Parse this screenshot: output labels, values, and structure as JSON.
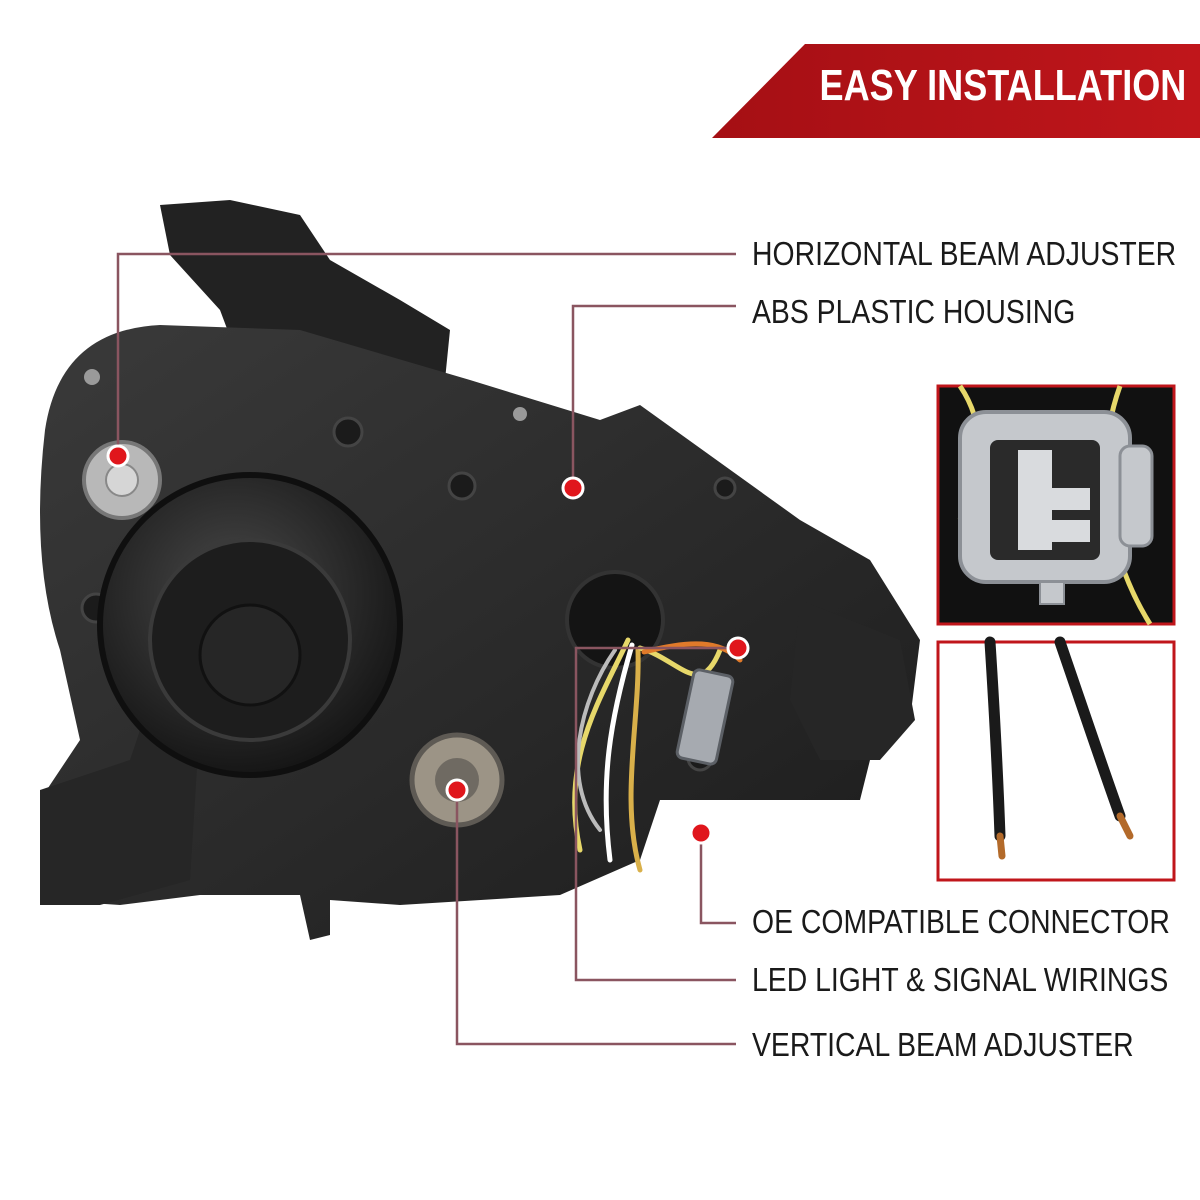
{
  "banner": {
    "text": "EASY INSTALLATION",
    "color": "#c0161b"
  },
  "callouts": [
    {
      "label": "HORIZONTAL BEAM ADJUSTER"
    },
    {
      "label": "ABS PLASTIC HOUSING"
    },
    {
      "label": "OE COMPATIBLE CONNECTOR"
    },
    {
      "label": "LED LIGHT & SIGNAL WIRINGS"
    },
    {
      "label": "VERTICAL BEAM ADJUSTER"
    }
  ],
  "colors": {
    "accent_red": "#c0161b",
    "leader_line": "#8a5560",
    "housing": "#2a2a2a",
    "label_text": "#1a1a1a"
  },
  "icons": {
    "marker": "red-dot-marker",
    "connector_inset": "connector-icon",
    "wires_inset": "wire-pair-icon"
  }
}
